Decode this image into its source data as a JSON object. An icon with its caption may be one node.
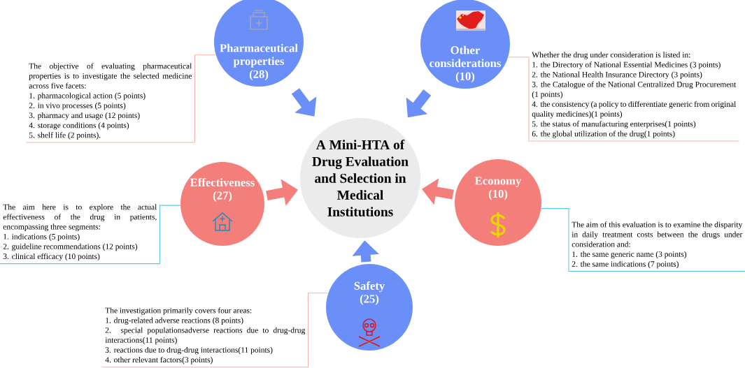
{
  "diagram": {
    "nodes": [
      {
        "text": [
          "A Mini-HTA of Drug Evaluation and Selection in Medical Institutions"
        ]
      },
      {
        "text": [
          "Pharmaceutical properties",
          "(28)"
        ]
      },
      {
        "text": [
          "Other considerations",
          "(10)"
        ]
      },
      {
        "text": [
          "Effectiveness",
          "(27)"
        ]
      },
      {
        "text": [
          "Economy",
          "(10)"
        ]
      },
      {
        "text": [
          "Safety",
          "(25)"
        ]
      },
      {
        "text": [
          "The objective of evaluating pharmaceutical properties is to investigate the selected medicine across five facets:",
          "1. pharmacological action (5 points)",
          "2. in vivo processes (5 points)",
          "3. pharmacy and usage (12 points)",
          "4. storage conditions (4 points)",
          "5. shelf life (2 points)."
        ]
      },
      {
        "text": [
          "Whether the drug under consideration is listed in:",
          "1. the Directory of National Essential Medicines (3 points)",
          "2. the National Health Insurance Directory (3 points)",
          "3. the Catalogue of the National Centralized Drug Procurement (1 points)",
          "4. the consistency (a policy to differentiate generic from original quality medicines)(1 points)",
          "5. the status of manufacturing enterprises(1 points)",
          "6. the global utilization of the drug(1 points)"
        ]
      },
      {
        "text": [
          "The aim here is to explore the actual effectiveness of the drug in patients, encompassing three segments:",
          "1. indications (5 points)",
          "2. guideline recommendations (12 points)",
          "3. clinical efficacy (10 points)"
        ]
      },
      {
        "text": [
          "The aim of this evaluation is to examine the disparity in daily treatment costs between the drugs under consideration and:",
          "1. the same generic name (3 points)",
          "2. the same indications (7 points)"
        ]
      },
      {
        "text": [
          "The investigation primarily covers four areas:",
          "1. drug-related adverse reactions (8 points)",
          "2. special populationsadverse reactions due to drug-drug interactions(11 points)",
          "3. reactions due to drug-drug interactions(11 points)",
          "4. other relevant factors(3 points)"
        ]
      }
    ],
    "edges": [
      {
        "from": 1,
        "to": 0,
        "arrow": "to",
        "style": "thick",
        "color": "#6b8ff8"
      },
      {
        "from": 2,
        "to": 0,
        "arrow": "to",
        "style": "thick",
        "color": "#6b8ff8"
      },
      {
        "from": 3,
        "to": 0,
        "arrow": "to",
        "style": "thick",
        "color": "#f47f7a"
      },
      {
        "from": 4,
        "to": 0,
        "arrow": "to",
        "style": "thick",
        "color": "#f47f7a"
      },
      {
        "from": 5,
        "to": 0,
        "arrow": "to",
        "style": "thick",
        "color": "#6b8ff8"
      },
      {
        "from": 1,
        "to": 6,
        "arrow": "none",
        "color": "#f7b4a6"
      },
      {
        "from": 2,
        "to": 7,
        "arrow": "none",
        "color": "#f7b4a6"
      },
      {
        "from": 3,
        "to": 8,
        "arrow": "none",
        "color": "#5cc3e8"
      },
      {
        "from": 4,
        "to": 9,
        "arrow": "none",
        "color": "#5cc3e8"
      },
      {
        "from": 5,
        "to": 10,
        "arrow": "none",
        "color": "#f7b4a6"
      }
    ]
  }
}
